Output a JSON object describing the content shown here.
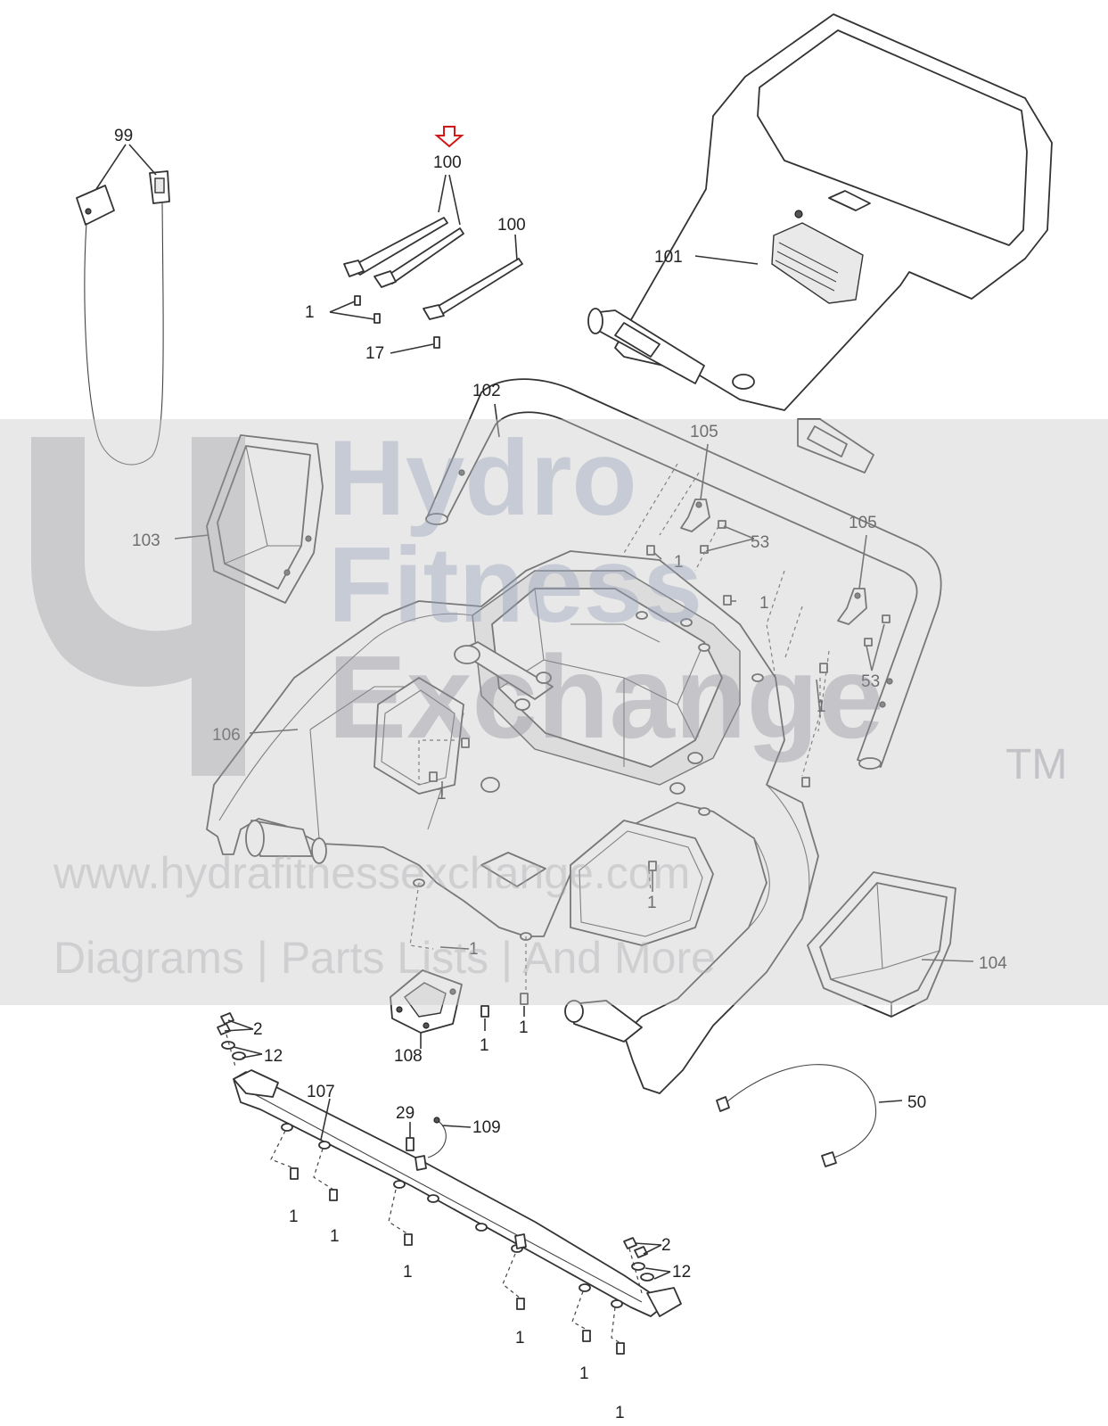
{
  "callouts": {
    "c99": "99",
    "c100a": "100",
    "c100b": "100",
    "c101": "101",
    "c1_top": "1",
    "c17": "17",
    "c102": "102",
    "c105a": "105",
    "c105b": "105",
    "c53a": "53",
    "c53b": "53",
    "c1_a": "1",
    "c1_b": "1",
    "c1_c": "1",
    "c103": "103",
    "c106": "106",
    "c1_d": "1",
    "c1_e": "1",
    "c1_f": "1",
    "c104": "104",
    "c2a": "2",
    "c12a": "12",
    "c108": "108",
    "c1_g": "1",
    "c1_h": "1",
    "c107": "107",
    "c29": "29",
    "c109": "109",
    "c50": "50",
    "c1_i": "1",
    "c1_j": "1",
    "c1_k": "1",
    "c2b": "2",
    "c12b": "12",
    "c1_l": "1",
    "c1_m": "1",
    "c1_n": "1"
  },
  "watermark": {
    "word1": "Hydro",
    "word2": "Fitness",
    "word3": "Exchange",
    "tm": "TM",
    "url": "www.hydrafitnessexchange.com",
    "tagline": "Diagrams | Parts Lists | And More"
  },
  "colors": {
    "highlight_arrow": "#d01818",
    "line": "#333333",
    "watermark_band": "#cdcdcd"
  }
}
